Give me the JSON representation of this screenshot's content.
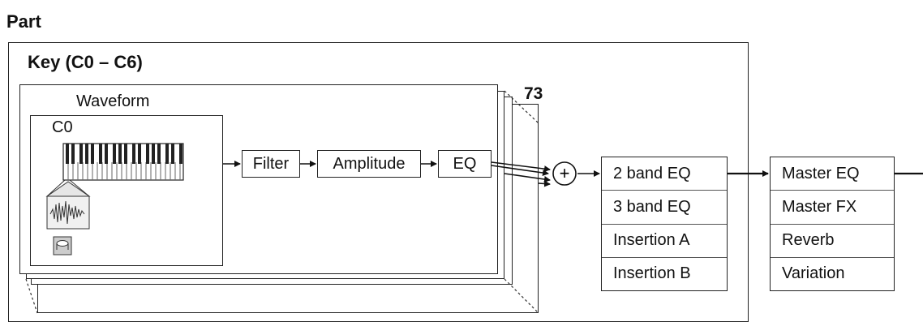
{
  "part_label": "Part",
  "key_label": "Key (C0 – C6)",
  "layer_count": "73",
  "waveform_label": "Waveform",
  "note_label": "C0",
  "chain": {
    "filter": "Filter",
    "amplitude": "Amplitude",
    "eq": "EQ"
  },
  "sum_symbol": "+",
  "part_effects": [
    "2 band EQ",
    "3 band EQ",
    "Insertion A",
    "Insertion B"
  ],
  "master_effects": [
    "Master EQ",
    "Master FX",
    "Reverb",
    "Variation"
  ]
}
